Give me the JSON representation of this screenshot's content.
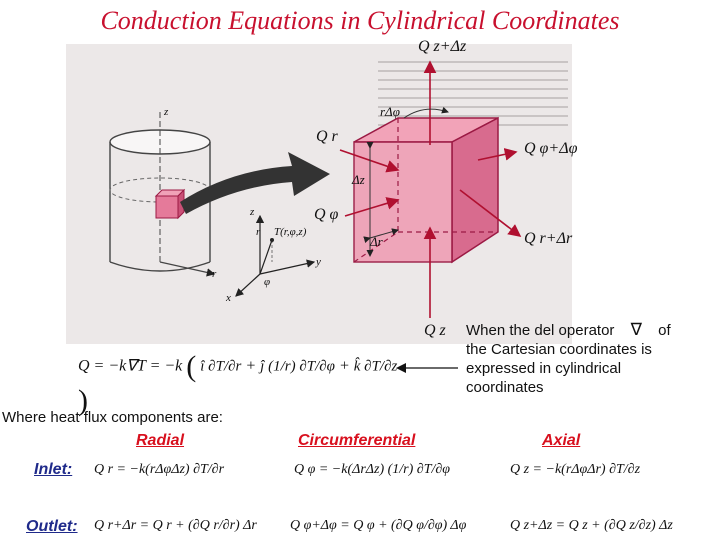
{
  "title": "Conduction Equations in Cylindrical Coordinates",
  "diagram": {
    "labels": {
      "q_z_dz": "Q z+Δz",
      "r_dphi": "rΔφ",
      "q_r": "Q r",
      "q_phi_dphi": "Q φ+Δφ",
      "dz": "Δz",
      "q_phi": "Q φ",
      "dr": "Δr",
      "q_r_dr": "Q r+Δr",
      "q_z": "Q z",
      "t_point": "T(r,φ,z)",
      "axis_z": "z",
      "axis_r": "r",
      "axis_y": "y",
      "axis_x": "x",
      "phi": "φ",
      "cyl_r": "r",
      "cyl_z": "z"
    },
    "colors": {
      "volume_fill": "#f2a3b8",
      "volume_stroke": "#9b1a44",
      "arrow": "#b01030"
    }
  },
  "equation": {
    "lhs": "Q = −k∇T = −k",
    "term1": "î ∂T/∂r",
    "term2": "ĵ (1/r) ∂T/∂φ",
    "term3": "k̂ ∂T/∂z"
  },
  "note": {
    "line1": "When the del operator",
    "symbol": "∇",
    "line1_end": "of",
    "line2": "the Cartesian coordinates is",
    "line3": "expressed  in cylindrical",
    "line4": "coordinates"
  },
  "flux": {
    "heading": "Where heat flux components are:",
    "columns": [
      "Radial",
      "Circumferential",
      "Axial"
    ],
    "rows": [
      {
        "label": "Inlet:",
        "radial": "Q r = −k(rΔφΔz) ∂T/∂r",
        "circ": "Q φ = −k(ΔrΔz) (1/r) ∂T/∂φ",
        "axial": "Q z = −k(rΔφΔr) ∂T/∂z"
      },
      {
        "label": "Outlet:",
        "radial": "Q r+Δr = Q r + (∂Q r/∂r) Δr",
        "circ": "Q φ+Δφ = Q φ + (∂Q φ/∂φ) Δφ",
        "axial": "Q z+Δz = Q z + (∂Q z/∂z) Δz"
      }
    ]
  }
}
